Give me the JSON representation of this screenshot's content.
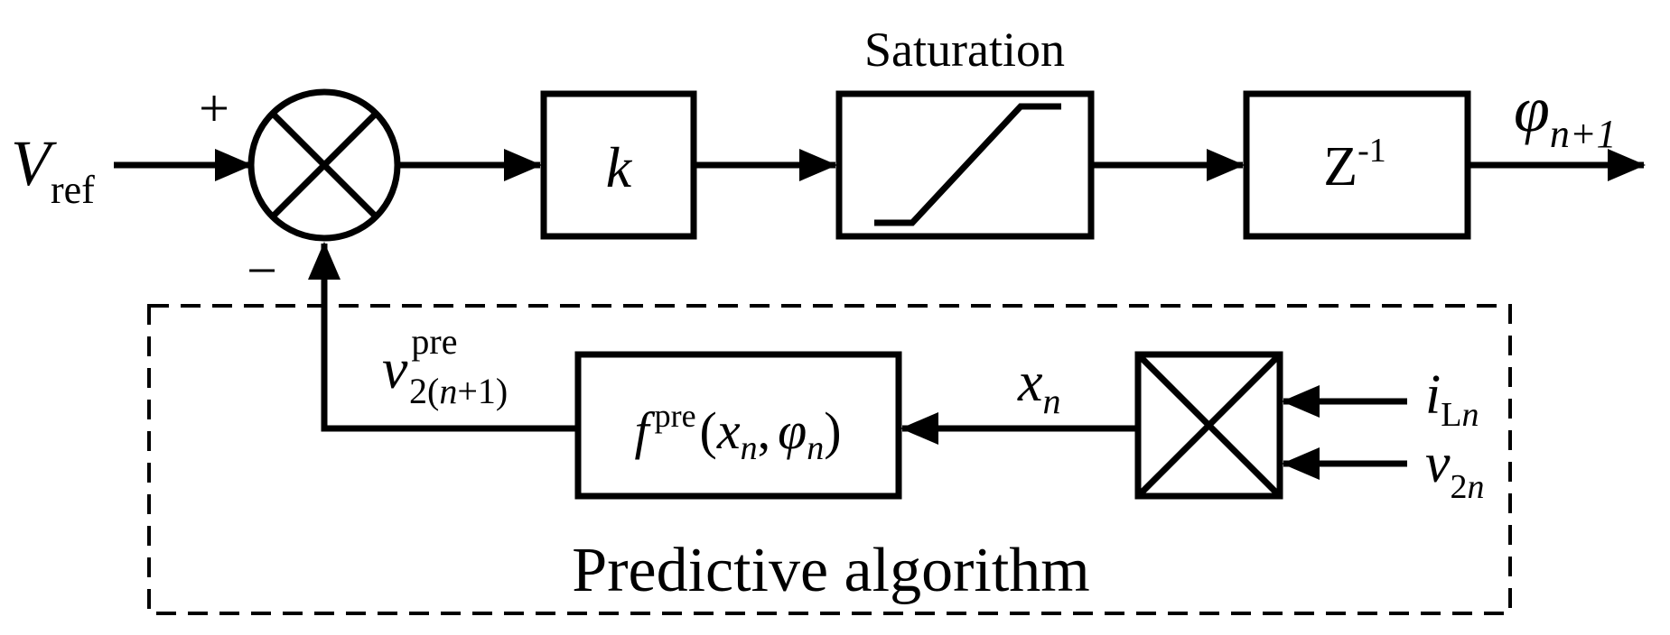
{
  "input": {
    "main": "V",
    "sub": "ref"
  },
  "summing_junction": {
    "plus_sign": "+",
    "minus_sign": "−"
  },
  "blocks": {
    "gain": {
      "label": "k"
    },
    "saturation": {
      "title": "Saturation"
    },
    "delay": {
      "main": "Z",
      "sup": "-1"
    },
    "predictor": {
      "f": "f",
      "sup": "pre",
      "open": "(",
      "x": "x",
      "x_sub": "n",
      "comma": ",",
      "phi": "φ",
      "phi_sub": "n",
      "close": ")"
    }
  },
  "output": {
    "main": "φ",
    "sub": "n+1"
  },
  "feedback": {
    "main": "v",
    "sup": "pre",
    "sub_pre": "2(",
    "sub_n": "n",
    "sub_post": "+1)"
  },
  "state": {
    "main": "x",
    "sub": "n"
  },
  "measurements": [
    {
      "main": "i",
      "sub_upright": "L",
      "sub_italic": "n"
    },
    {
      "main": "v",
      "sub_upright": "2",
      "sub_italic": "n"
    }
  ],
  "predictive_region": {
    "label": "Predictive algorithm"
  }
}
